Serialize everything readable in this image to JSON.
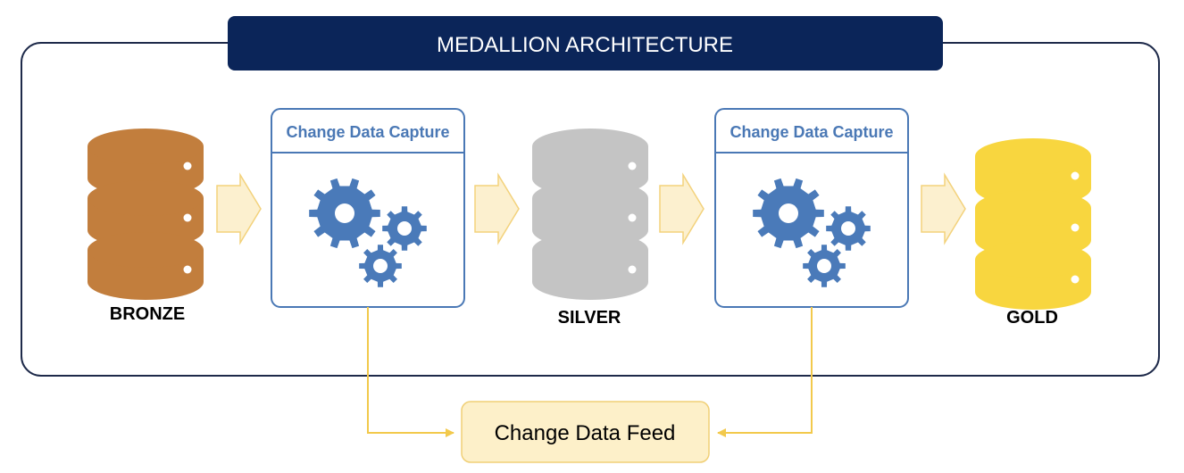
{
  "title": "MEDALLION ARCHITECTURE",
  "colors": {
    "title_bg": "#0b2559",
    "frame_border": "#1e2a4a",
    "cdc_border": "#4a78b5",
    "gear": "#4a7ab9",
    "arrow_fill": "#fcf0cf",
    "arrow_stroke": "#f3d27c",
    "feed_fill": "#fdf0c9",
    "feed_stroke": "#f0cf76",
    "connector": "#f2c94c"
  },
  "databases": [
    {
      "label": "BRONZE",
      "color": "#c27e3d",
      "icon": "database-icon"
    },
    {
      "label": "SILVER",
      "color": "#c4c4c4",
      "icon": "database-icon"
    },
    {
      "label": "GOLD",
      "color": "#f8d63f",
      "icon": "database-icon"
    }
  ],
  "cdc_boxes": [
    {
      "title": "Change Data Capture",
      "icon": "gears-icon"
    },
    {
      "title": "Change Data Capture",
      "icon": "gears-icon"
    }
  ],
  "feed": {
    "label": "Change Data Feed"
  }
}
